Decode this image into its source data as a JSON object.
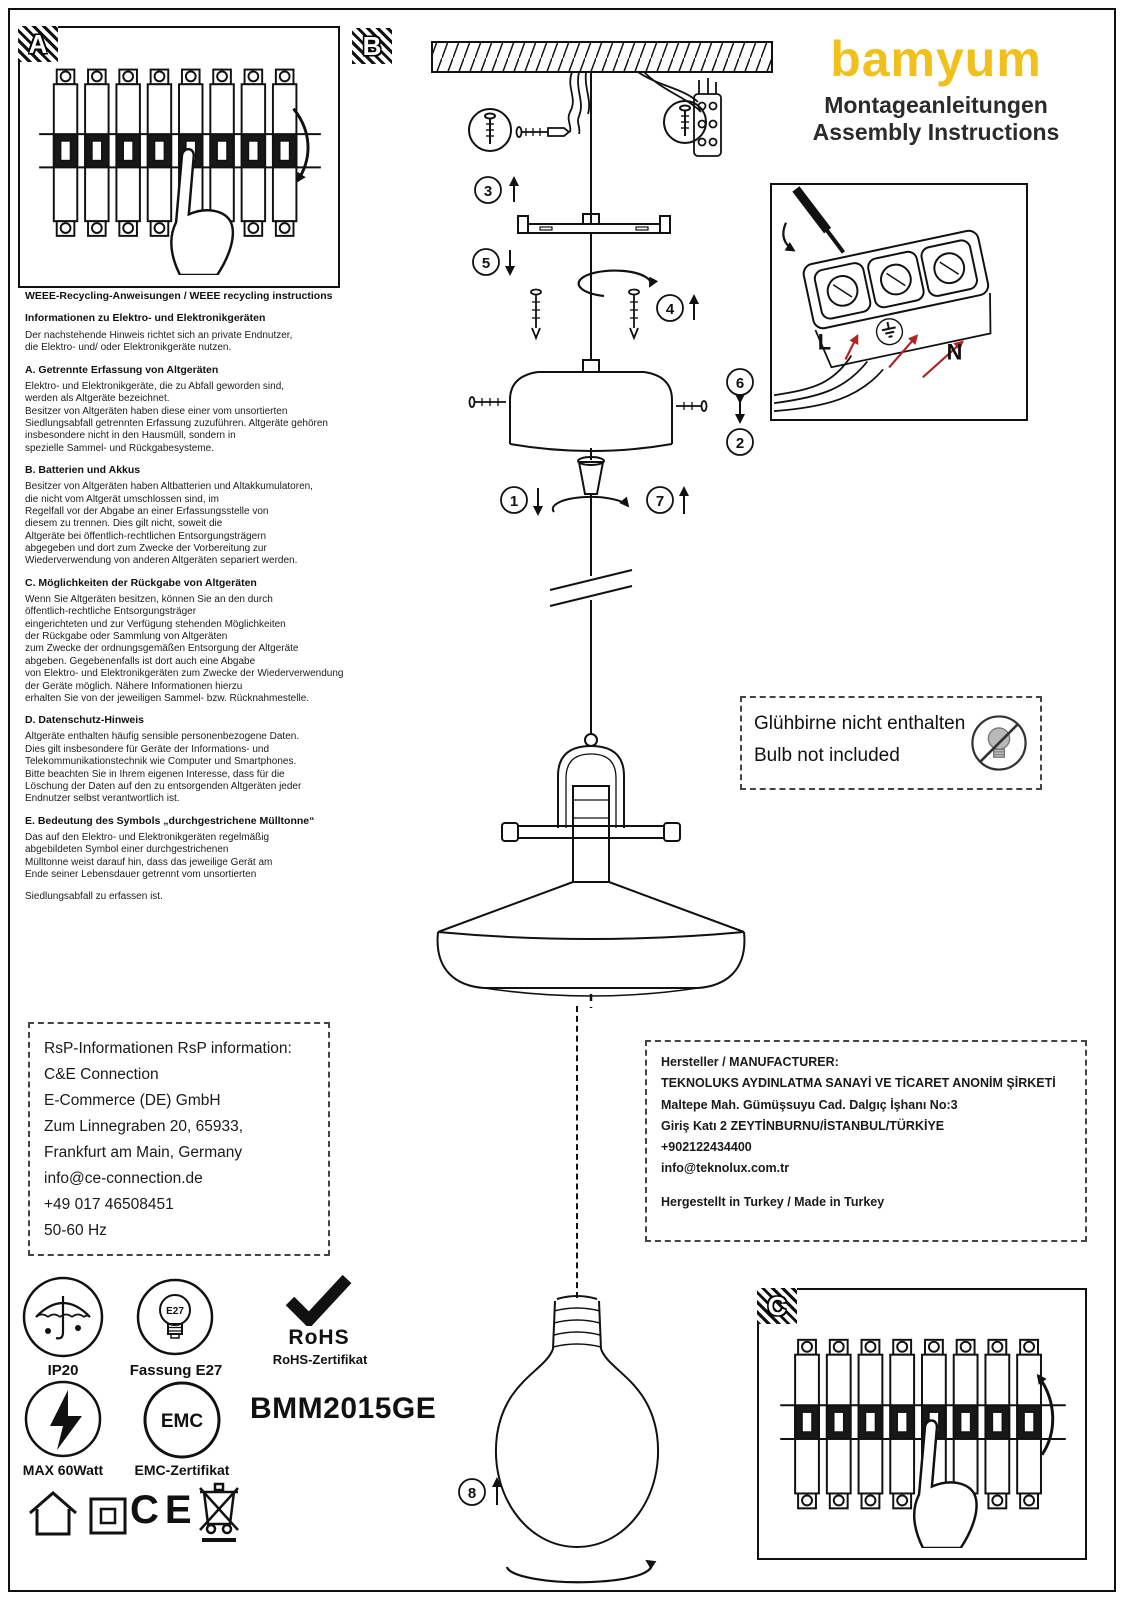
{
  "brand": {
    "logo": "bamyum",
    "logo_color": "#f0c11c",
    "title_de": "Montageanleitungen",
    "title_en": "Assembly Instructions"
  },
  "panels": {
    "a": "A",
    "b": "B",
    "c": "C"
  },
  "steps": [
    "1",
    "2",
    "3",
    "4",
    "5",
    "6",
    "7",
    "8"
  ],
  "wiring": {
    "l": "L",
    "n": "N"
  },
  "weee": {
    "title": "WEEE-Recycling-Anweisungen / WEEE recycling instructions",
    "subtitle": "Informationen zu Elektro- und Elektronikgeräten",
    "intro": "Der nachstehende Hinweis richtet sich an private Endnutzer,\n die Elektro- und/ oder Elektronikgeräte nutzen.",
    "sections": [
      {
        "heading": "A. Getrennte Erfassung von Altgeräten",
        "body": "Elektro- und Elektronikgeräte, die zu Abfall geworden sind,\nwerden als Altgeräte bezeichnet.\nBesitzer von Altgeräten haben diese einer vom unsortierten\nSiedlungsabfall getrennten Erfassung zuzuführen. Altgeräte gehören\ninsbesondere nicht in den Hausmüll, sondern in\nspezielle Sammel- und Rückgabesysteme."
      },
      {
        "heading": "B. Batterien und Akkus",
        "body": "Besitzer von Altgeräten haben Altbatterien und Altakkumulatoren,\n die nicht vom Altgerät umschlossen sind, im\nRegelfall vor der Abgabe an einer Erfassungsstelle von\ndiesem zu trennen. Dies gilt nicht, soweit die\nAltgeräte bei öffentlich-rechtlichen Entsorgungsträgern\nabgegeben und dort zum Zwecke der Vorbereitung zur\nWiederverwendung von anderen Altgeräten separiert werden."
      },
      {
        "heading": "C. Möglichkeiten der Rückgabe von Altgeräten",
        "body": "Wenn Sie Altgeräten besitzen, können Sie an den durch\nöffentlich-rechtliche Entsorgungsträger\neingerichteten und zur Verfügung stehenden Möglichkeiten\nder Rückgabe oder Sammlung von Altgeräten\n zum Zwecke der ordnungsgemäßen Entsorgung der Altgeräte\nabgeben. Gegebenenfalls ist dort auch eine Abgabe\n von Elektro- und Elektronikgeräten zum Zwecke der Wiederverwendung\nder Geräte möglich. Nähere Informationen hierzu\nerhalten Sie von der jeweiligen Sammel- bzw. Rücknahmestelle."
      },
      {
        "heading": "D. Datenschutz-Hinweis",
        "body": "Altgeräte enthalten häufig sensible personenbezogene Daten.\nDies gilt insbesondere für Geräte der Informations- und\nTelekommunikationstechnik wie Computer und Smartphones.\nBitte beachten Sie in Ihrem eigenen Interesse, dass für die\nLöschung der Daten auf den zu entsorgenden Altgeräten jeder\nEndnutzer selbst verantwortlich ist."
      },
      {
        "heading": "E. Bedeutung des Symbols „durchgestrichene Mülltonne“",
        "body": "Das auf den Elektro- und Elektronikgeräten regelmäßig\n abgebildeten Symbol einer durchgestrichenen\nMülltonne weist darauf hin, dass das jeweilige Gerät am\nEnde seiner Lebensdauer getrennt vom unsortierten"
      }
    ],
    "footer": "Siedlungsabfall zu erfassen ist."
  },
  "bulb_note": {
    "de": "Glühbirne nicht enthalten",
    "en": "Bulb not included"
  },
  "rsp": {
    "lines": [
      "RsP-Informationen RsP information:",
      "C&E Connection",
      "E-Commerce (DE) GmbH",
      "Zum Linnegraben 20, 65933,",
      "Frankfurt am Main, Germany",
      "info@ce-connection.de",
      "+49 017 46508451",
      "50-60 Hz"
    ]
  },
  "manufacturer": {
    "lines": [
      "Hersteller / MANUFACTURER:",
      "TEKNOLUKS AYDINLATMA SANAYİ VE TİCARET ANONİM ŞİRKETİ",
      "Maltepe Mah. Gümüşsuyu Cad. Dalgıç İşhanı No:3",
      "Giriş Katı 2 ZEYTİNBURNU/İSTANBUL/TÜRKİYE",
      "+902122434400",
      "info@teknolux.com.tr"
    ],
    "made_in": "Hergestellt in Turkey / Made in Turkey"
  },
  "certs": {
    "ip": "IP20",
    "socket": "E27",
    "socket_label": "Fassung E27",
    "rohs": "RoHS",
    "rohs_cert": "RoHS-Zertifikat",
    "watt": "MAX 60Watt",
    "emc": "EMC",
    "emc_cert": "EMC-Zertifikat",
    "ce": "CE"
  },
  "model": "BMM2015GE"
}
